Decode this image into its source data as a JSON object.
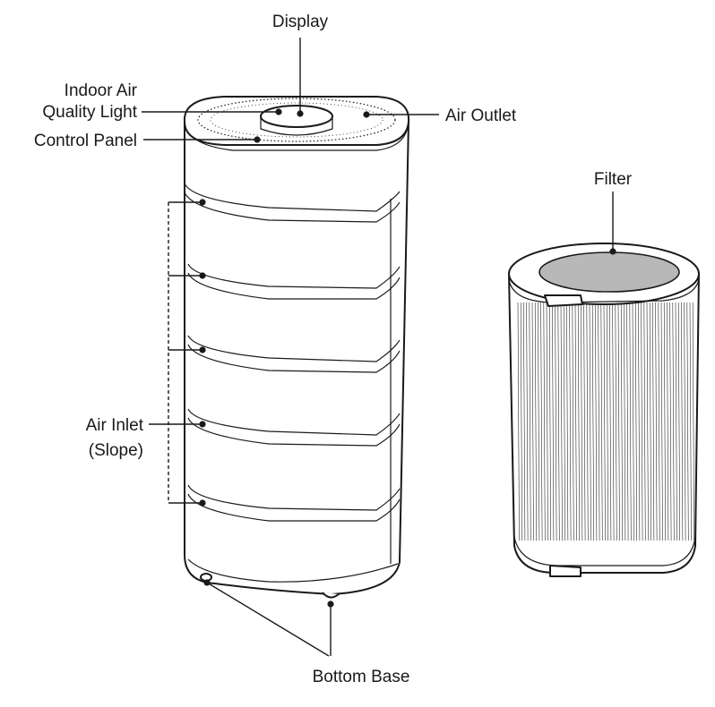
{
  "labels": {
    "display": "Display",
    "indoor_air_line1": "Indoor Air",
    "indoor_air_line2": "Quality Light",
    "control_panel": "Control Panel",
    "air_outlet": "Air Outlet",
    "filter": "Filter",
    "air_inlet_line1": "Air Inlet",
    "air_inlet_line2": "(Slope)",
    "bottom_base": "Bottom Base"
  }
}
